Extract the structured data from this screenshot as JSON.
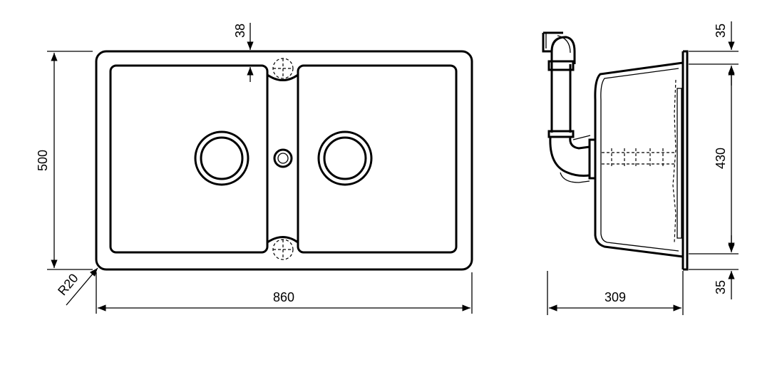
{
  "dimensions": {
    "overall_width": "860",
    "overall_height": "500",
    "corner_radius": "R20",
    "top_offset": "38",
    "depth": "309",
    "rim_top": "35",
    "bowl_height": "430",
    "rim_bottom": "35"
  }
}
